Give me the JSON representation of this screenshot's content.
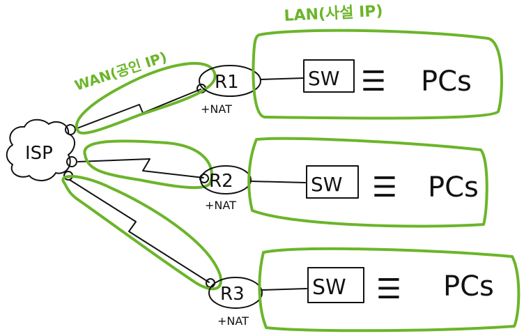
{
  "colors": {
    "accent": "#6bb52a",
    "ink": "#111111"
  },
  "labels": {
    "lan": "LAN(사설 IP)",
    "wan": "WAN(공인 IP)",
    "isp": "ISP",
    "nat": "+NAT"
  },
  "routers": [
    {
      "name": "R1",
      "switch": "SW",
      "equals": "☰",
      "pcs": "PCs",
      "nat": "+NAT"
    },
    {
      "name": "R2",
      "switch": "SW",
      "equals": "☰",
      "pcs": "PCs",
      "nat": "+NAT"
    },
    {
      "name": "R3",
      "switch": "SW",
      "equals": "☰",
      "pcs": "PCs",
      "nat": "+NAT"
    }
  ]
}
